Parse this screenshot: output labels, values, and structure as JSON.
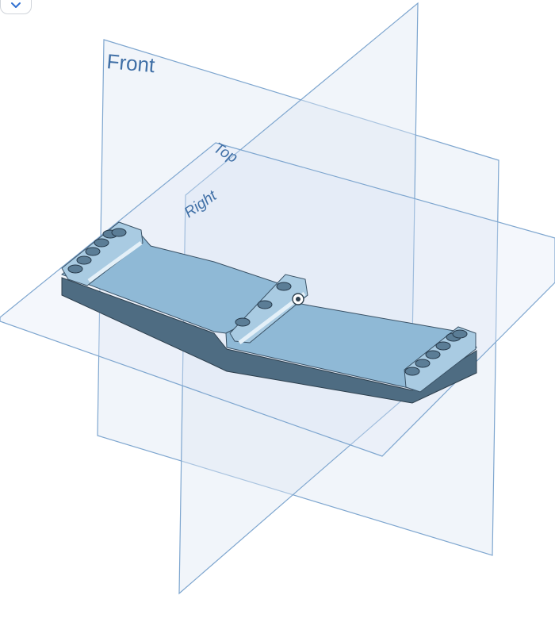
{
  "viewport": {
    "planes": {
      "front": "Front",
      "top": "Top",
      "right": "Right"
    },
    "colors": {
      "plane_stroke": "#7ea6cf",
      "plane_fill": "#dfe9f5",
      "part_top": "#8fb9d6",
      "part_side": "#4e6c82",
      "label": "#3f6fa6"
    }
  },
  "toolbar": {
    "collapse_icon": "chevron-down-icon"
  }
}
